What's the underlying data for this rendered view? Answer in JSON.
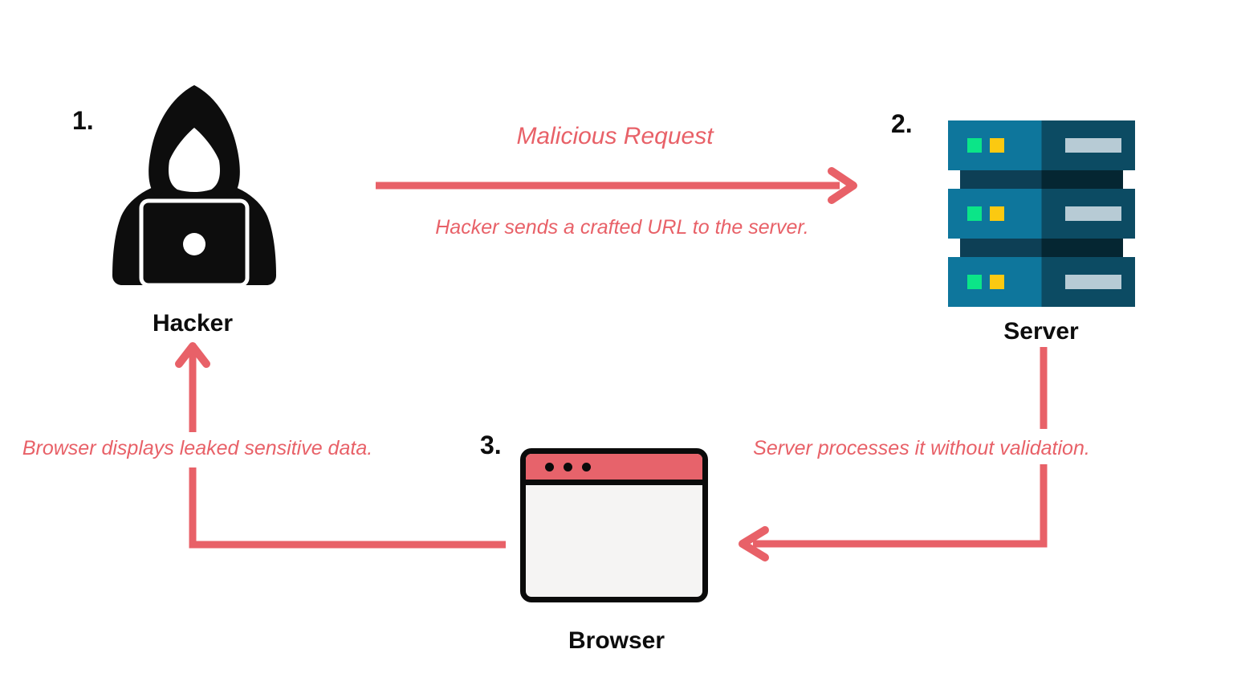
{
  "diagram": {
    "steps": {
      "hacker": {
        "number": "1.",
        "label": "Hacker"
      },
      "server": {
        "number": "2.",
        "label": "Server"
      },
      "browser": {
        "number": "3.",
        "label": "Browser"
      }
    },
    "flows": {
      "malicious_request": {
        "label": "Malicious Request",
        "caption": "Hacker sends a crafted URL to the server.",
        "from": "Hacker",
        "to": "Server"
      },
      "server_processing": {
        "caption": "Server processes it without validation.",
        "from": "Server",
        "to": "Browser"
      },
      "data_leak": {
        "caption": "Browser displays leaked sensitive data.",
        "from": "Browser",
        "to": "Hacker"
      }
    },
    "icons": {
      "hacker": "hacker-hoodie-laptop-icon",
      "server": "server-rack-icon",
      "browser": "browser-window-icon"
    },
    "colors": {
      "accent": "#E86168",
      "ink": "#0D0D0D",
      "background": "#FFFFFF",
      "server_face_light": "#0E769C",
      "server_face_dark": "#0C4B63",
      "server_slot_light": "#0D3F55",
      "server_slot_dark": "#052632",
      "led_green": "#0BE588",
      "led_yellow": "#FBC911",
      "server_vent": "#B7CBD5",
      "browser_titlebar": "#E7636B",
      "browser_body": "#F5F4F3"
    }
  }
}
